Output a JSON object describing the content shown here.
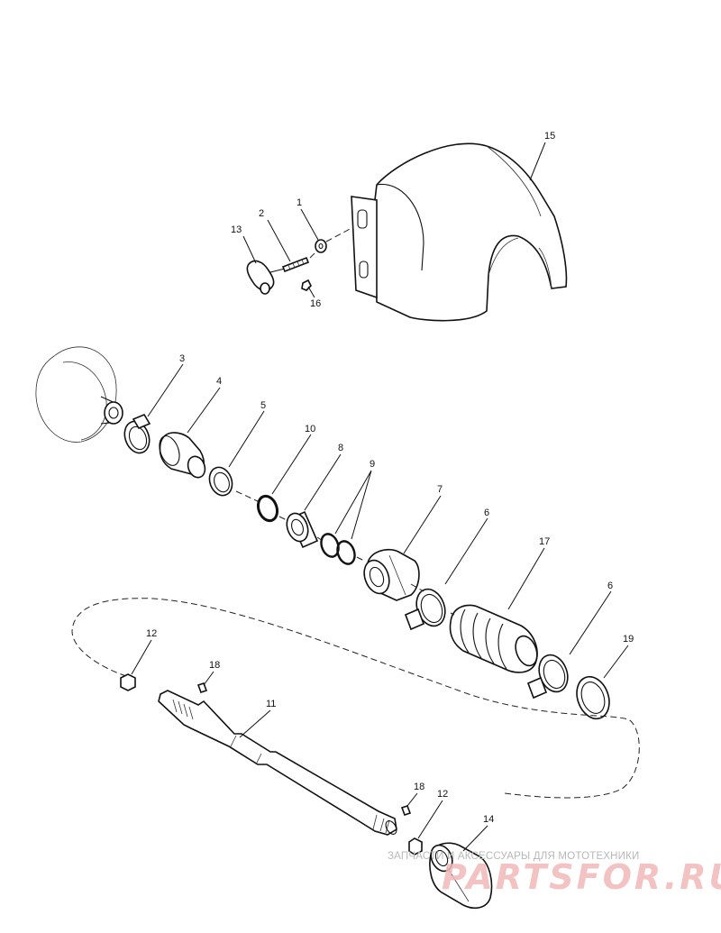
{
  "callouts": [
    {
      "id": "c1",
      "text": "1"
    },
    {
      "id": "c2",
      "text": "2"
    },
    {
      "id": "c3",
      "text": "3"
    },
    {
      "id": "c4",
      "text": "4"
    },
    {
      "id": "c5",
      "text": "5"
    },
    {
      "id": "c6a",
      "text": "6"
    },
    {
      "id": "c6b",
      "text": "6"
    },
    {
      "id": "c7",
      "text": "7"
    },
    {
      "id": "c8",
      "text": "8"
    },
    {
      "id": "c9",
      "text": "9"
    },
    {
      "id": "c10",
      "text": "10"
    },
    {
      "id": "c11",
      "text": "11"
    },
    {
      "id": "c12a",
      "text": "12"
    },
    {
      "id": "c12b",
      "text": "12"
    },
    {
      "id": "c13",
      "text": "13"
    },
    {
      "id": "c14",
      "text": "14"
    },
    {
      "id": "c15",
      "text": "15"
    },
    {
      "id": "c16",
      "text": "16"
    },
    {
      "id": "c17",
      "text": "17"
    },
    {
      "id": "c18a",
      "text": "18"
    },
    {
      "id": "c18b",
      "text": "18"
    },
    {
      "id": "c19",
      "text": "19"
    }
  ],
  "watermark": {
    "text": "ЗАПЧАСТИ И АКСЕССУАРЫ ДЛЯ МОТОТЕХНИКИ",
    "logo": "PARTSFOR.RU"
  }
}
